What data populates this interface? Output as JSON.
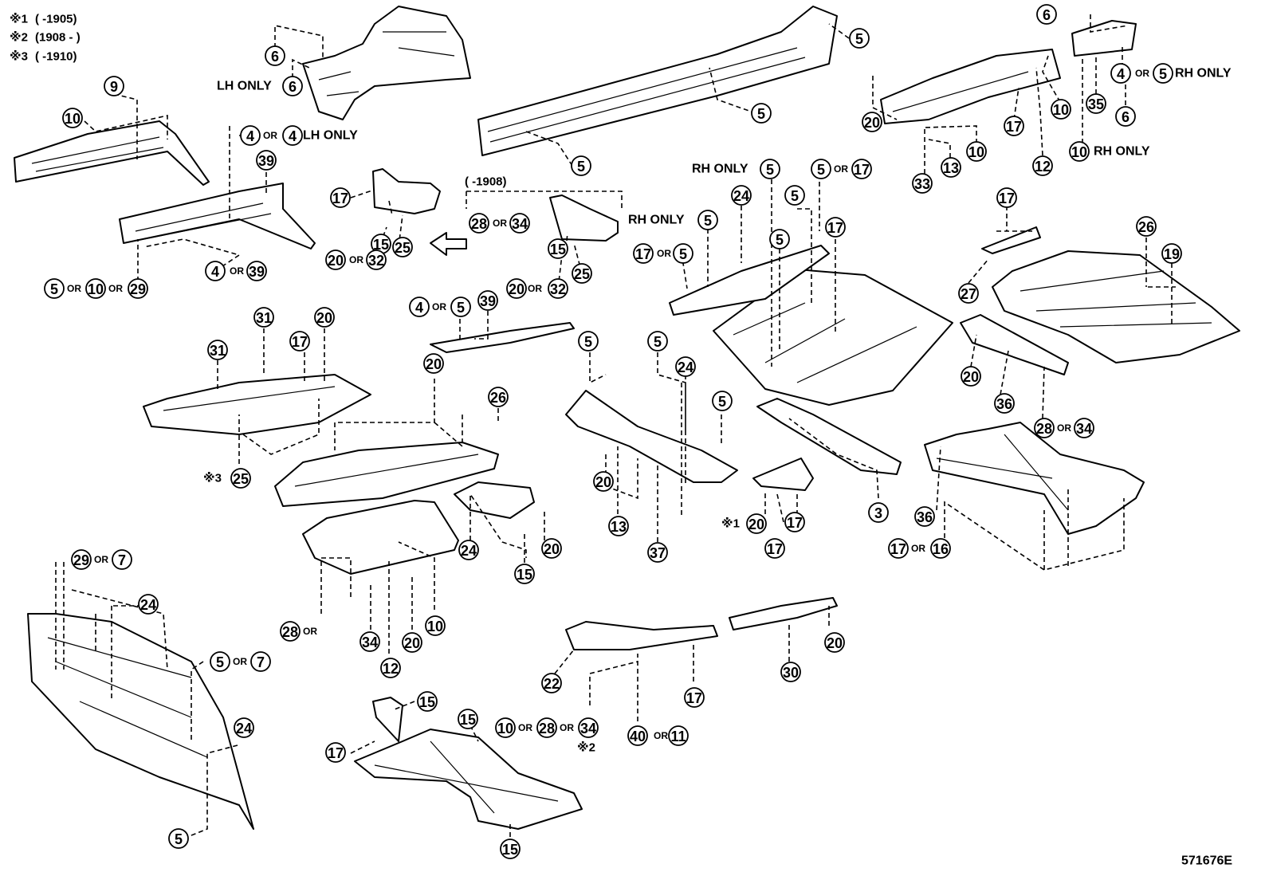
{
  "notes": [
    {
      "mark": "※1",
      "text": "(        -1905)"
    },
    {
      "mark": "※2",
      "text": "(1908 -        )"
    },
    {
      "mark": "※3",
      "text": "(        -1910)"
    }
  ],
  "bracket_label": "(        -1908)",
  "connectors": {
    "or": "OR"
  },
  "region_labels": {
    "lh_only": "LH ONLY",
    "rh_only": "RH ONLY"
  },
  "note_marks": {
    "n1": "※1",
    "n2": "※2",
    "n3": "※3"
  },
  "diagram_id": "571676E",
  "callouts": [
    "9",
    "10",
    "4",
    "39",
    "4",
    "4",
    "39",
    "5",
    "10",
    "29",
    "6",
    "6",
    "17",
    "15",
    "25",
    "20",
    "32",
    "28",
    "34",
    "15",
    "25",
    "20",
    "32",
    "5",
    "5",
    "5",
    "5",
    "5",
    "17",
    "5",
    "24",
    "5",
    "17",
    "5",
    "17",
    "5",
    "6",
    "4",
    "5",
    "35",
    "6",
    "10",
    "17",
    "20",
    "10",
    "13",
    "33",
    "12",
    "10",
    "17",
    "26",
    "19",
    "27",
    "20",
    "36",
    "28",
    "34",
    "4",
    "39",
    "5",
    "31",
    "17",
    "20",
    "31",
    "25",
    "20",
    "26",
    "5",
    "5",
    "24",
    "5",
    "20",
    "13",
    "37",
    "24",
    "15",
    "20",
    "28",
    "34",
    "12",
    "20",
    "10",
    "3",
    "20",
    "17",
    "17",
    "36",
    "17",
    "16",
    "29",
    "7",
    "24",
    "5",
    "7",
    "24",
    "5",
    "22",
    "17",
    "10",
    "28",
    "34",
    "40",
    "11",
    "30",
    "20",
    "15",
    "15",
    "17",
    "15",
    "17"
  ]
}
